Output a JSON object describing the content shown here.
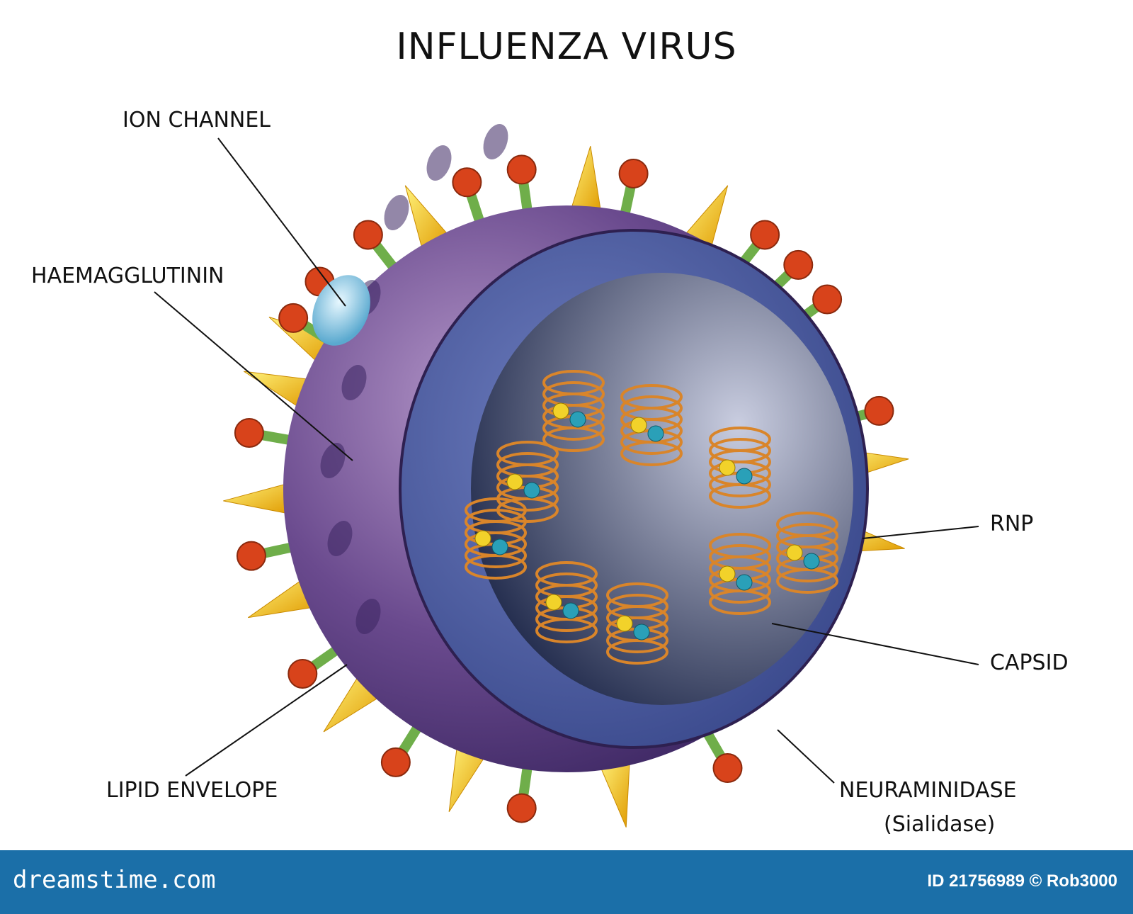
{
  "title": "INFLUENZA VIRUS",
  "labels": {
    "ion_channel": "ION CHANNEL",
    "haemagglutinin": "HAEMAGGLUTININ",
    "lipid_envelope": "LIPID ENVELOPE",
    "rnp": "RNP",
    "capsid": "CAPSID",
    "neuraminidase": "NEURAMINIDASE",
    "neuraminidase_sub": "(Sialidase)"
  },
  "footer": {
    "brand": "dreamstime.com",
    "credit": "ID 21756989 © Rob3000",
    "color": "#1b6fa8"
  },
  "colors": {
    "envelope": "#6a4a8e",
    "capsid": "#4a5a9c",
    "spike_cone": "#f5c400",
    "spike_cap": "#d8431b",
    "spike_stem": "#6fae4a",
    "rnp_coil": "#d9852a",
    "ion_channel": "#8fd0e8"
  }
}
